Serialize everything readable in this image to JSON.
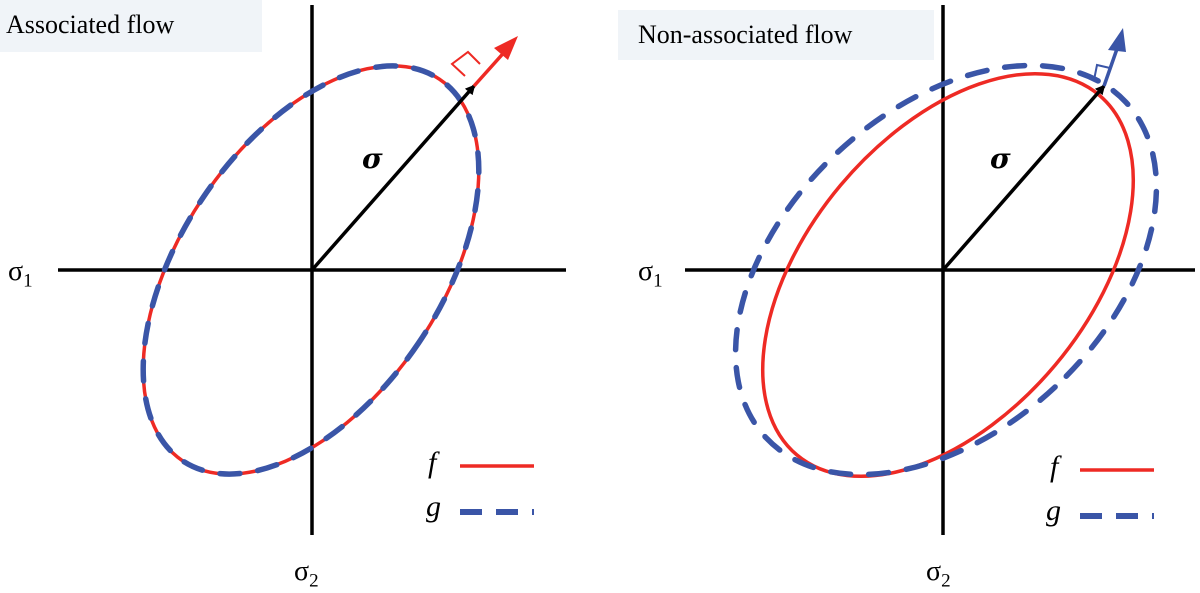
{
  "colors": {
    "yield_surface": "#ee2a24",
    "plastic_potential": "#3a55a7",
    "axis": "#000000",
    "title_bg": "#f0f4f8"
  },
  "panels": [
    {
      "title": "Associated flow",
      "axis_x_label": "σ",
      "axis_x_sub": "1",
      "axis_y_label": "σ",
      "axis_y_sub": "2",
      "vector_label": "σ",
      "legend": [
        {
          "symbol": "f",
          "line": "solid"
        },
        {
          "symbol": "g",
          "line": "dashed"
        }
      ]
    },
    {
      "title": "Non-associated flow",
      "axis_x_label": "σ",
      "axis_x_sub": "1",
      "axis_y_label": "σ",
      "axis_y_sub": "2",
      "vector_label": "σ",
      "legend": [
        {
          "symbol": "f",
          "line": "solid"
        },
        {
          "symbol": "g",
          "line": "dashed"
        }
      ]
    }
  ]
}
